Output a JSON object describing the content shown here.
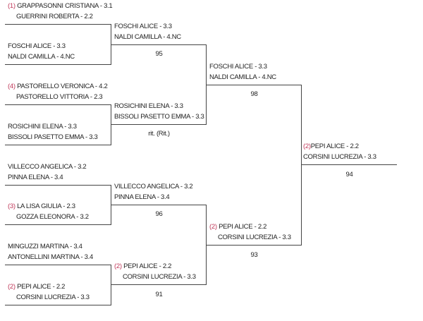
{
  "round1": [
    {
      "seed": "(1)",
      "p1": "GRAPPASONNI CRISTIANA - 3.1",
      "p2": "GUERRINI ROBERTA - 2.2"
    },
    {
      "seed": "",
      "p1": "FOSCHI ALICE - 3.3",
      "p2": "NALDI CAMILLA - 4.NC"
    },
    {
      "seed": "(4)",
      "p1": "PASTORELLO VERONICA - 4.2",
      "p2": "PASTORELLO VITTORIA - 2.3"
    },
    {
      "seed": "",
      "p1": "ROSICHINI ELENA - 3.3",
      "p2": "BISSOLI PASETTO EMMA - 3.3"
    },
    {
      "seed": "",
      "p1": "VILLECCO ANGELICA - 3.2",
      "p2": "PINNA ELENA - 3.4"
    },
    {
      "seed": "(3)",
      "p1": "LA LISA GIULIA - 2.3",
      "p2": "GOZZA ELEONORA - 3.2"
    },
    {
      "seed": "",
      "p1": "MINGUZZI MARTINA - 3.4",
      "p2": "ANTONELLINI MARTINA - 3.4"
    },
    {
      "seed": "(2)",
      "p1": "PEPI ALICE - 2.2",
      "p2": "CORSINI LUCREZIA - 3.3"
    }
  ],
  "round2": [
    {
      "seed": "",
      "p1": "FOSCHI ALICE - 3.3",
      "p2": "NALDI CAMILLA - 4.NC",
      "score": "95"
    },
    {
      "seed": "",
      "p1": "ROSICHINI ELENA - 3.3",
      "p2": "BISSOLI PASETTO EMMA - 3.3",
      "score": "rit. (Rit.)"
    },
    {
      "seed": "",
      "p1": "VILLECCO ANGELICA - 3.2",
      "p2": "PINNA ELENA - 3.4",
      "score": "96"
    },
    {
      "seed": "(2)",
      "p1": "PEPI ALICE - 2.2",
      "p2": "CORSINI LUCREZIA - 3.3",
      "score": "91"
    }
  ],
  "round3": [
    {
      "seed": "",
      "p1": "FOSCHI ALICE - 3.3",
      "p2": "NALDI CAMILLA - 4.NC",
      "score": "98"
    },
    {
      "seed": "(2)",
      "p1": "PEPI ALICE - 2.2",
      "p2": "CORSINI LUCREZIA - 3.3",
      "score": "93"
    }
  ],
  "final": {
    "seed": "(2)",
    "p1": "PEPI ALICE - 2.2",
    "p2": "CORSINI LUCREZIA - 3.3",
    "score": "94"
  },
  "colors": {
    "seed": "#c0395a",
    "line": "#444444"
  }
}
